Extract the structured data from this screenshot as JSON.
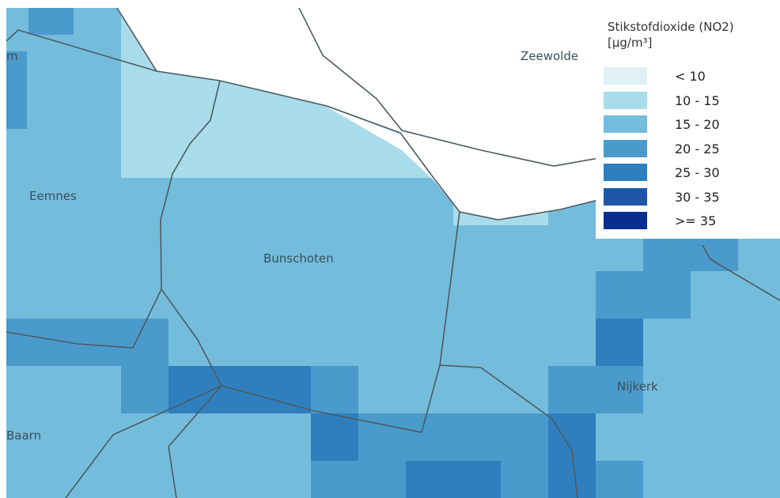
{
  "map": {
    "places": {
      "zeewolde": "Zeewolde",
      "eemnes": "Eemnes",
      "bunschoten": "Bunschoten",
      "nijkerk": "Nijkerk",
      "baarn": "Baarn",
      "partial_left": "m"
    }
  },
  "legend": {
    "title_line1": "Stikstofdioxide (NO2)",
    "title_line2": "[µg/m³]",
    "classes": [
      {
        "label": "< 10",
        "color": "#dff0f7"
      },
      {
        "label": "10 - 15",
        "color": "#a8dcea"
      },
      {
        "label": "15 - 20",
        "color": "#74bcdc"
      },
      {
        "label": "20 - 25",
        "color": "#4a9bcb"
      },
      {
        "label": "25 - 30",
        "color": "#2f7fbe"
      },
      {
        "label": "30 - 35",
        "color": "#1f57a8"
      },
      {
        "label": ">= 35",
        "color": "#0a2e8f"
      }
    ]
  }
}
